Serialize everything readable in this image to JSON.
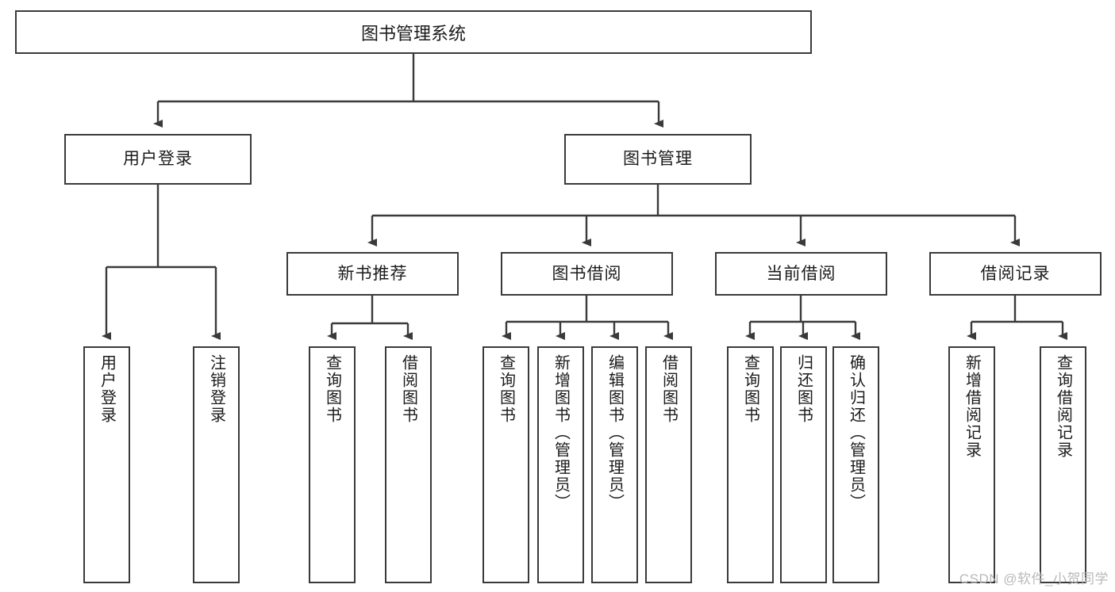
{
  "diagram": {
    "kind": "functional-structure-tree",
    "root": {
      "id": "root",
      "label": "图书管理系统"
    },
    "level1": [
      {
        "id": "user-login",
        "label": "用户登录"
      },
      {
        "id": "book-management",
        "label": "图书管理"
      }
    ],
    "level2": [
      {
        "id": "new-book-recommend",
        "label": "新书推荐",
        "parent": "book-management"
      },
      {
        "id": "book-borrow",
        "label": "图书借阅",
        "parent": "book-management"
      },
      {
        "id": "current-borrow",
        "label": "当前借阅",
        "parent": "book-management"
      },
      {
        "id": "borrow-record",
        "label": "借阅记录",
        "parent": "book-management"
      }
    ],
    "leaves": [
      {
        "id": "leaf-user-login",
        "label": "用户登录",
        "parent": "user-login"
      },
      {
        "id": "leaf-logout-login",
        "label": "注销登录",
        "parent": "user-login"
      },
      {
        "id": "leaf-query-book-1",
        "label": "查询图书",
        "parent": "new-book-recommend"
      },
      {
        "id": "leaf-borrow-book-1",
        "label": "借阅图书",
        "parent": "new-book-recommend"
      },
      {
        "id": "leaf-query-book-2",
        "label": "查询图书",
        "parent": "book-borrow"
      },
      {
        "id": "leaf-add-book",
        "label": "新增图书（管理员）",
        "parent": "book-borrow"
      },
      {
        "id": "leaf-edit-book",
        "label": "编辑图书（管理员）",
        "parent": "book-borrow"
      },
      {
        "id": "leaf-borrow-book-2",
        "label": "借阅图书",
        "parent": "book-borrow"
      },
      {
        "id": "leaf-query-book-3",
        "label": "查询图书",
        "parent": "current-borrow"
      },
      {
        "id": "leaf-return-book",
        "label": "归还图书",
        "parent": "current-borrow"
      },
      {
        "id": "leaf-confirm-return",
        "label": "确认归还（管理员）",
        "parent": "current-borrow"
      },
      {
        "id": "leaf-add-record",
        "label": "新增借阅记录",
        "parent": "borrow-record"
      },
      {
        "id": "leaf-query-record",
        "label": "查询借阅记录",
        "parent": "borrow-record"
      }
    ]
  },
  "watermark": {
    "text": "CSDN @软件_小贺同学"
  },
  "colors": {
    "stroke": "#3a3a3a",
    "text": "#1b1b1b",
    "background": "#ffffff",
    "watermark": "#b9b9b9"
  }
}
